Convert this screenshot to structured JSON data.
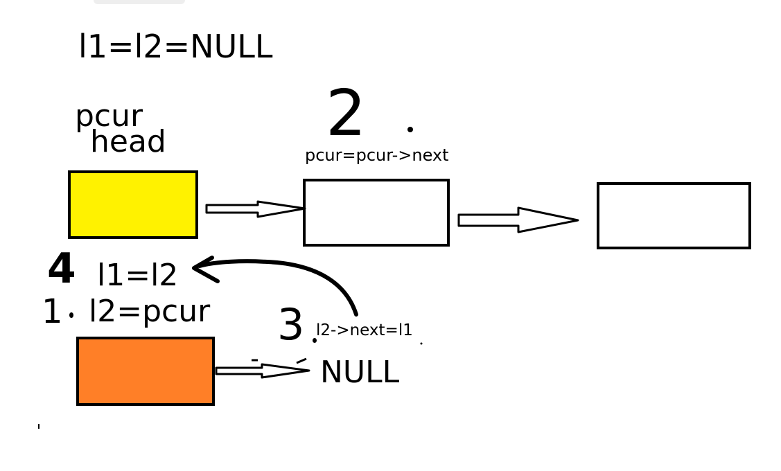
{
  "init_text": "l1=l2=NULL",
  "pcur_label": "pcur",
  "head_label": "head",
  "step2": {
    "number": "2",
    "text": "pcur=pcur->next"
  },
  "step4": {
    "number": "4",
    "text": "l1=l2"
  },
  "step1": {
    "number": "1",
    "text": "l2=pcur"
  },
  "step3": {
    "number": "3",
    "text": "l2->next=l1"
  },
  "null_label": "NULL",
  "colors": {
    "head_node": "#FFF200",
    "new_node": "#FF7F27",
    "outline": "#000000",
    "background": "#FFFFFF"
  },
  "icons": [
    "arrow-icon",
    "curved-arrow-icon"
  ]
}
